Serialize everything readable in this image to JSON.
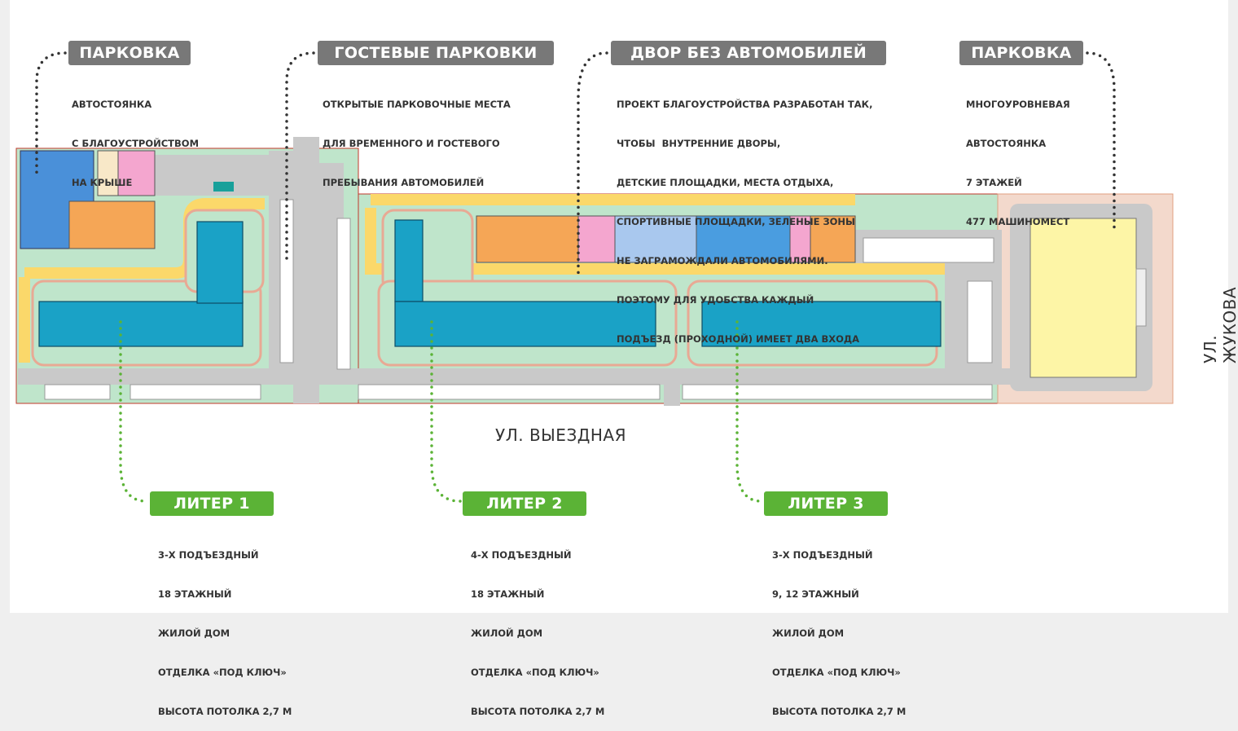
{
  "labels": {
    "parking_left": {
      "title": "ПАРКОВКА",
      "lines": [
        "АВТОСТОЯНКА",
        "С БЛАГОУСТРОЙСТВОМ",
        "НА КРЫШЕ"
      ]
    },
    "guest_parking": {
      "title": "ГОСТЕВЫЕ ПАРКОВКИ",
      "lines": [
        "ОТКРЫТЫЕ ПАРКОВОЧНЫЕ МЕСТА",
        "ДЛЯ ВРЕМЕННОГО И ГОСТЕВОГО",
        "ПРЕБЫВАНИЯ АВТОМОБИЛЕЙ"
      ]
    },
    "car_free_yard": {
      "title": "ДВОР БЕЗ АВТОМОБИЛЕЙ",
      "lines": [
        "ПРОЕКТ БЛАГОУСТРОЙСТВА РАЗРАБОТАН ТАК,",
        "ЧТОБЫ  ВНУТРЕННИЕ ДВОРЫ,",
        "ДЕТСКИЕ ПЛОЩАДКИ, МЕСТА ОТДЫХА,",
        "СПОРТИВНЫЕ ПЛОЩАДКИ, ЗЕЛЕНЫЕ ЗОНЫ",
        "НЕ ЗАГРАМОЖДАЛИ АВТОМОБИЛЯМИ.",
        "ПОЭТОМУ ДЛЯ УДОБСТВА КАЖДЫЙ",
        "ПОДЪЕЗД (ПРОХОДНОЙ) ИМЕЕТ ДВА ВХОДА"
      ]
    },
    "parking_right": {
      "title": "ПАРКОВКА",
      "lines": [
        "МНОГОУРОВНЕВАЯ",
        "АВТОСТОЯНКА",
        "7 ЭТАЖЕЙ",
        "477 МАШИНОМЕСТ"
      ]
    },
    "liter1": {
      "title": "ЛИТЕР 1",
      "lines": [
        "3-Х ПОДЪЕЗДНЫЙ",
        "18 ЭТАЖНЫЙ",
        "ЖИЛОЙ ДОМ",
        "ОТДЕЛКА «ПОД КЛЮЧ»",
        "ВЫСОТА ПОТОЛКА 2,7 М"
      ]
    },
    "liter2": {
      "title": "ЛИТЕР 2",
      "lines": [
        "4-Х ПОДЪЕЗДНЫЙ",
        "18 ЭТАЖНЫЙ",
        "ЖИЛОЙ ДОМ",
        "ОТДЕЛКА «ПОД КЛЮЧ»",
        "ВЫСОТА ПОТОЛКА 2,7 М"
      ]
    },
    "liter3": {
      "title": "ЛИТЕР 3",
      "lines": [
        "3-Х ПОДЪЕЗДНЫЙ",
        "9, 12 ЭТАЖНЫЙ",
        "ЖИЛОЙ ДОМ",
        "ОТДЕЛКА «ПОД КЛЮЧ»",
        "ВЫСОТА ПОТОЛКА 2,7 М"
      ]
    }
  },
  "streets": {
    "south": "УЛ. ВЫЕЗДНАЯ",
    "east": "УЛ. ЖУКОВА"
  },
  "colors": {
    "tag_gray": "#787878",
    "tag_green": "#5bb336",
    "building": "#1aa2c6",
    "green_zone": "#bfe5cb",
    "road": "#c9c9c9",
    "path": "#fbd86a",
    "garage": "#fdf5a6"
  }
}
